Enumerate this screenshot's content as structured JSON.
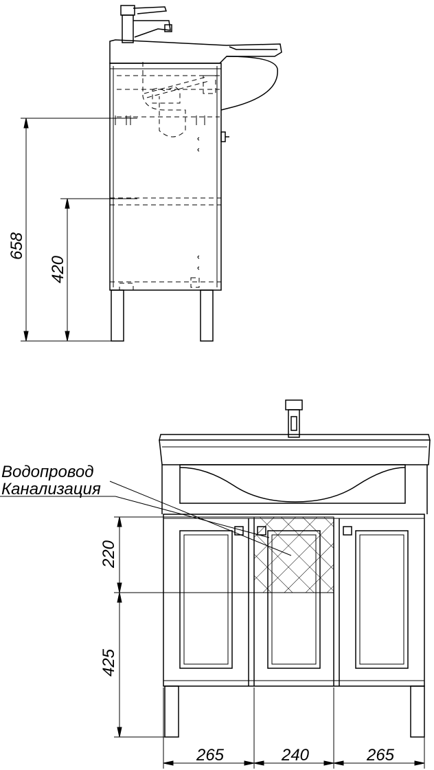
{
  "side_view": {
    "dims": {
      "total_height": "658",
      "pipe_height": "420"
    }
  },
  "front_view": {
    "labels": {
      "water_supply": "Водопровод",
      "sewage": "Канализация"
    },
    "dims": {
      "upper": "220",
      "lower": "425",
      "left_width": "265",
      "center_width": "240",
      "right_width": "265"
    }
  }
}
